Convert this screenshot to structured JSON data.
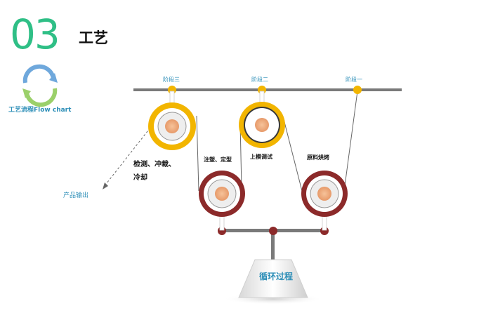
{
  "header": {
    "number": "03",
    "title": "工艺"
  },
  "cycle_icon": {
    "caption": "工艺流程Flow chart"
  },
  "stages": {
    "stage3": "阶段三",
    "stage2": "阶段二",
    "stage1": "阶段一"
  },
  "steps": {
    "inspect_line1": "检测、冲裁、",
    "inspect_line2": "冷却",
    "injection": "注塑、定型",
    "mold": "上模调试",
    "bake": "原料烘烤"
  },
  "output_label": "产品输出",
  "cycle_label": "循环过程",
  "colors": {
    "accent_green": "#2fbf86",
    "label_blue": "#2e8fb8",
    "gold": "#f2b500",
    "maroon": "#8c2a2a",
    "bar_grey": "#7a7a7a"
  }
}
